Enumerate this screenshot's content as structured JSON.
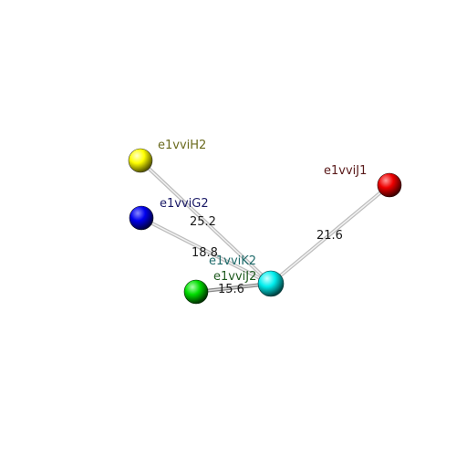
{
  "nodes": [
    {
      "id": "e1vviH2",
      "label": "e1vviH2",
      "color": "#ffff00",
      "label_color": "#6b6b1f"
    },
    {
      "id": "e1vviG2",
      "label": "e1vviG2",
      "color": "#0000ee",
      "label_color": "#1a1a66"
    },
    {
      "id": "e1vviJ1",
      "label": "e1vviJ1",
      "color": "#ee0000",
      "label_color": "#5a1a1a"
    },
    {
      "id": "e1vviK2",
      "label": "e1vviK2",
      "color": "#00eeee",
      "label_color": "#1f6b6b"
    },
    {
      "id": "e1vviJ2",
      "label": "e1vviJ2",
      "color": "#00dd00",
      "label_color": "#1f5a1f"
    }
  ],
  "edges": [
    {
      "from": "e1vviH2",
      "to": "e1vviK2",
      "label": "25.2"
    },
    {
      "from": "e1vviG2",
      "to": "e1vviK2",
      "label": "18.8"
    },
    {
      "from": "e1vviJ1",
      "to": "e1vviK2",
      "label": "21.6"
    },
    {
      "from": "e1vviJ2",
      "to": "e1vviK2",
      "label": "15.6"
    }
  ]
}
